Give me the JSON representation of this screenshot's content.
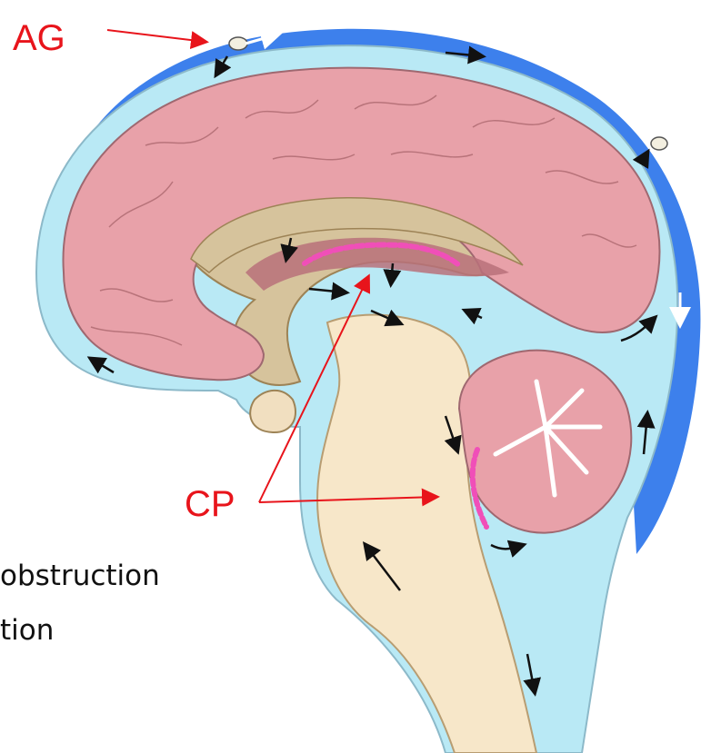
{
  "labels": {
    "ag": "AG",
    "cp": "CP"
  },
  "text_fragments": {
    "line1": "obstruction",
    "line2": "tion"
  },
  "colors": {
    "dura_sinus": "#3d80ec",
    "csf_space": "#b9e9f5",
    "cerebrum": "#e8a1a9",
    "gyri_lines": "#b8737a",
    "deep_structures": "#d6c39c",
    "brainstem": "#f7e7c9",
    "choroid_plexus": "#f04fb8",
    "label_red": "#e8141b",
    "arrows_black": "#111111",
    "arrow_white": "#ffffff"
  },
  "icons": {
    "arachnoid_granulation": "arachnoid-granulation-icon",
    "flow_arrow": "csf-flow-arrow-icon"
  }
}
